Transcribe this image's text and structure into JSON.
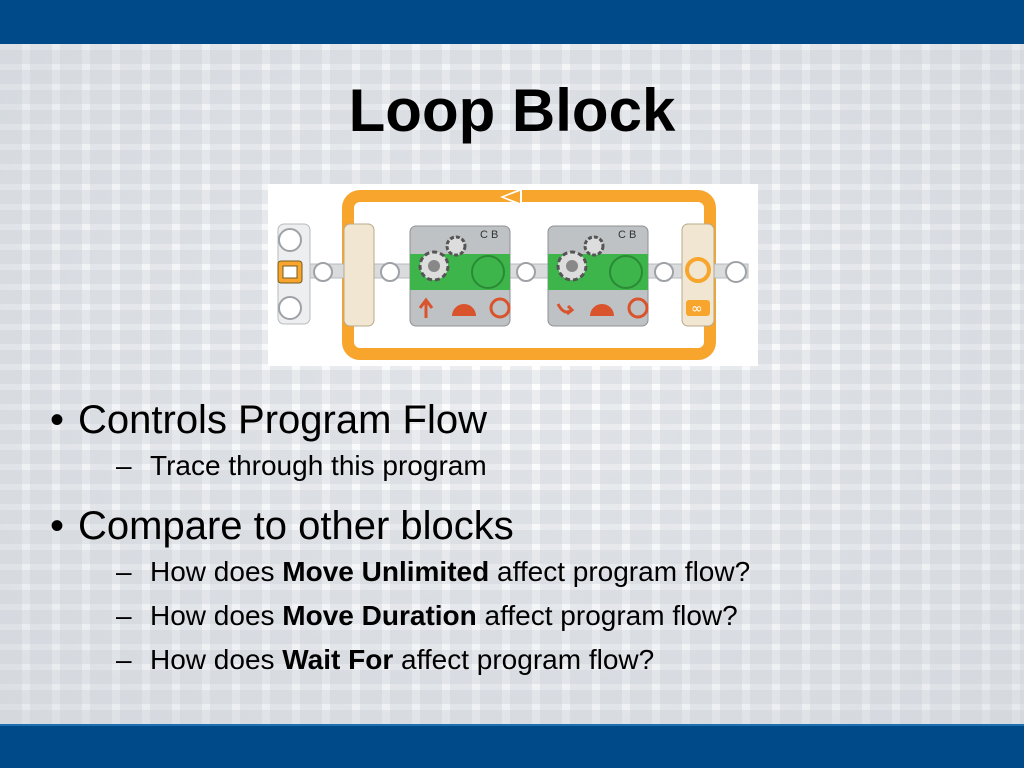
{
  "slide": {
    "title": "Loop Block",
    "bullets": [
      {
        "text": "Controls Program Flow",
        "subs": [
          {
            "pre": "Trace through this program",
            "bold": "",
            "post": ""
          }
        ]
      },
      {
        "text": "Compare to other blocks",
        "subs": [
          {
            "pre": "How does ",
            "bold": "Move Unlimited",
            "post": " affect program flow?"
          },
          {
            "pre": "How does ",
            "bold": "Move Duration",
            "post": " affect program flow?"
          },
          {
            "pre": "How does ",
            "bold": "Wait For",
            "post": " affect program flow?"
          }
        ]
      }
    ]
  },
  "program": {
    "blocks": [
      {
        "port_label": "C B",
        "icons": [
          "gear-icon",
          "arrow-up-icon",
          "speed-gauge-icon",
          "rotation-icon"
        ]
      },
      {
        "port_label": "C B",
        "icons": [
          "gear-icon",
          "arrow-turn-icon",
          "speed-gauge-icon",
          "rotation-icon"
        ]
      }
    ],
    "loop_end_icons": [
      "loop-arrows-icon",
      "infinity-icon"
    ],
    "colors": {
      "loop": "#f7a52c",
      "block_green": "#3db54a",
      "block_gray": "#bfc2c4",
      "beam": "#d9dbdd",
      "top_bar": "#004a8a"
    }
  }
}
